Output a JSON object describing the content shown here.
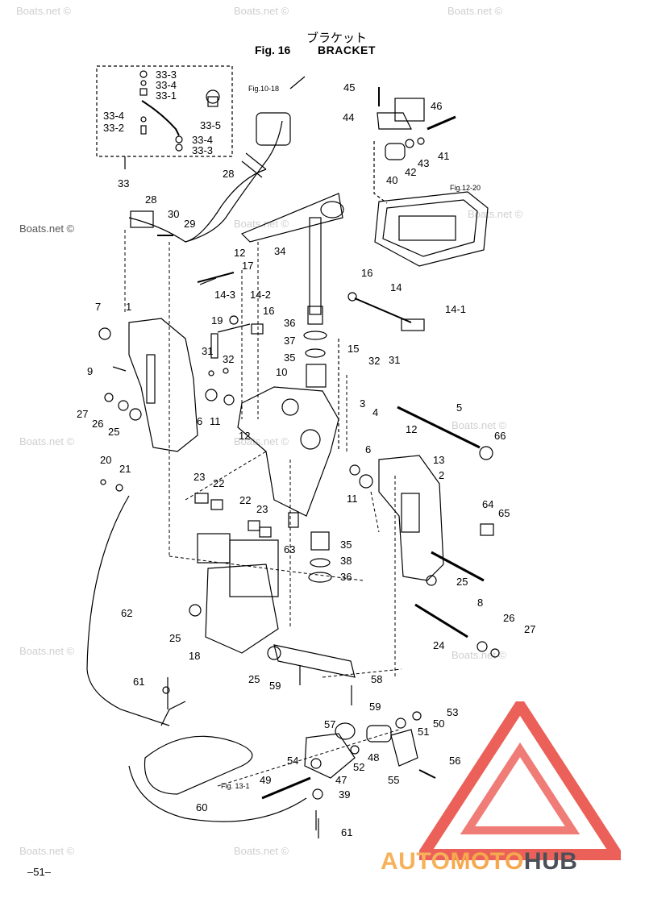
{
  "header": {
    "jp_title": "ブラケット",
    "fig_label": "Fig. 16",
    "title": "BRACKET"
  },
  "watermarks": [
    "Boats.net ©",
    "Boats.net ©",
    "Boats.net ©",
    "Boats.net ©",
    "Boats.net ©",
    "Boats.net ©",
    "Boats.net ©",
    "Boats.net ©",
    "Boats.net ©",
    "Boats.net ©",
    "Boats.net ©",
    "Boats.net ©"
  ],
  "watermark_strong": "Boats.net ©",
  "figure_refs": {
    "fig_10_18": "Fig.10-18",
    "fig_12_20": "Fig.12-20",
    "fig_13_1": "Fig. 13-1"
  },
  "part_labels": [
    {
      "id": "33-3a",
      "text": "33-3"
    },
    {
      "id": "33-4a",
      "text": "33-4"
    },
    {
      "id": "33-1",
      "text": "33-1"
    },
    {
      "id": "33-4b",
      "text": "33-4"
    },
    {
      "id": "33-2",
      "text": "33-2"
    },
    {
      "id": "33-5",
      "text": "33-5"
    },
    {
      "id": "33-4c",
      "text": "33-4"
    },
    {
      "id": "33-3b",
      "text": "33-3"
    },
    {
      "id": "33",
      "text": "33"
    },
    {
      "id": "28a",
      "text": "28"
    },
    {
      "id": "28b",
      "text": "28"
    },
    {
      "id": "30",
      "text": "30"
    },
    {
      "id": "29",
      "text": "29"
    },
    {
      "id": "45",
      "text": "45"
    },
    {
      "id": "46",
      "text": "46"
    },
    {
      "id": "44",
      "text": "44"
    },
    {
      "id": "41",
      "text": "41"
    },
    {
      "id": "43",
      "text": "43"
    },
    {
      "id": "42",
      "text": "42"
    },
    {
      "id": "40",
      "text": "40"
    },
    {
      "id": "34",
      "text": "34"
    },
    {
      "id": "12a",
      "text": "12"
    },
    {
      "id": "17",
      "text": "17"
    },
    {
      "id": "14-2",
      "text": "14-2"
    },
    {
      "id": "14-3",
      "text": "14-3"
    },
    {
      "id": "16a",
      "text": "16"
    },
    {
      "id": "16b",
      "text": "16"
    },
    {
      "id": "14",
      "text": "14"
    },
    {
      "id": "14-1",
      "text": "14-1"
    },
    {
      "id": "7",
      "text": "7"
    },
    {
      "id": "1",
      "text": "1"
    },
    {
      "id": "19",
      "text": "19"
    },
    {
      "id": "36a",
      "text": "36"
    },
    {
      "id": "37",
      "text": "37"
    },
    {
      "id": "35a",
      "text": "35"
    },
    {
      "id": "15",
      "text": "15"
    },
    {
      "id": "32a",
      "text": "32"
    },
    {
      "id": "31a",
      "text": "31"
    },
    {
      "id": "31b",
      "text": "31"
    },
    {
      "id": "32b",
      "text": "32"
    },
    {
      "id": "9",
      "text": "9"
    },
    {
      "id": "10",
      "text": "10"
    },
    {
      "id": "27a",
      "text": "27"
    },
    {
      "id": "26a",
      "text": "26"
    },
    {
      "id": "25a",
      "text": "25"
    },
    {
      "id": "6a",
      "text": "6"
    },
    {
      "id": "11a",
      "text": "11"
    },
    {
      "id": "3",
      "text": "3"
    },
    {
      "id": "4",
      "text": "4"
    },
    {
      "id": "5",
      "text": "5"
    },
    {
      "id": "12b",
      "text": "12"
    },
    {
      "id": "12c",
      "text": "12"
    },
    {
      "id": "66",
      "text": "66"
    },
    {
      "id": "13",
      "text": "13"
    },
    {
      "id": "6b",
      "text": "6"
    },
    {
      "id": "20",
      "text": "20"
    },
    {
      "id": "21",
      "text": "21"
    },
    {
      "id": "2",
      "text": "2"
    },
    {
      "id": "23a",
      "text": "23"
    },
    {
      "id": "22a",
      "text": "22"
    },
    {
      "id": "11b",
      "text": "11"
    },
    {
      "id": "22b",
      "text": "22"
    },
    {
      "id": "23b",
      "text": "23"
    },
    {
      "id": "64",
      "text": "64"
    },
    {
      "id": "65",
      "text": "65"
    },
    {
      "id": "63",
      "text": "63"
    },
    {
      "id": "35b",
      "text": "35"
    },
    {
      "id": "38",
      "text": "38"
    },
    {
      "id": "36b",
      "text": "36"
    },
    {
      "id": "25b",
      "text": "25"
    },
    {
      "id": "62",
      "text": "62"
    },
    {
      "id": "8",
      "text": "8"
    },
    {
      "id": "25c",
      "text": "25"
    },
    {
      "id": "26b",
      "text": "26"
    },
    {
      "id": "27b",
      "text": "27"
    },
    {
      "id": "24",
      "text": "24"
    },
    {
      "id": "18",
      "text": "18"
    },
    {
      "id": "25d",
      "text": "25"
    },
    {
      "id": "59a",
      "text": "59"
    },
    {
      "id": "58",
      "text": "58"
    },
    {
      "id": "61a",
      "text": "61"
    },
    {
      "id": "59b",
      "text": "59"
    },
    {
      "id": "53",
      "text": "53"
    },
    {
      "id": "50",
      "text": "50"
    },
    {
      "id": "57",
      "text": "57"
    },
    {
      "id": "51",
      "text": "51"
    },
    {
      "id": "52",
      "text": "52"
    },
    {
      "id": "48",
      "text": "48"
    },
    {
      "id": "54",
      "text": "54"
    },
    {
      "id": "56",
      "text": "56"
    },
    {
      "id": "47",
      "text": "47"
    },
    {
      "id": "55",
      "text": "55"
    },
    {
      "id": "49",
      "text": "49"
    },
    {
      "id": "39",
      "text": "39"
    },
    {
      "id": "60",
      "text": "60"
    },
    {
      "id": "61b",
      "text": "61"
    }
  ],
  "footer": {
    "page_number": "–51–",
    "logo_auto": "AUTO",
    "logo_moto": "MOTO",
    "logo_hub": "HUB"
  },
  "colors": {
    "line": "#000000",
    "watermark": "#cfcfcf",
    "logo_red": "#e8453c",
    "logo_orange": "#f5a94c",
    "logo_gray": "#4a4f58"
  }
}
